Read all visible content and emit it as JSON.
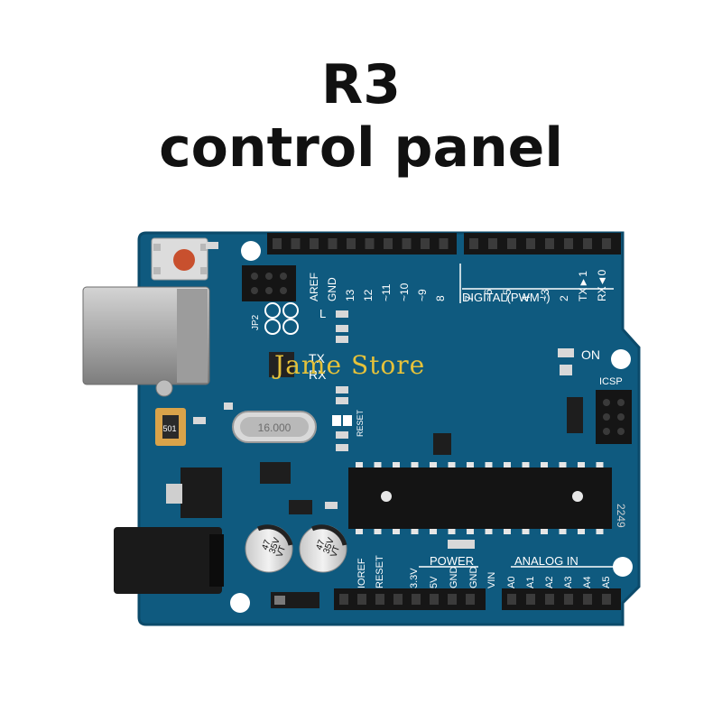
{
  "title": {
    "line1": "R3",
    "line2": "control panel"
  },
  "watermark": "Jame Store",
  "board": {
    "digital_pins": [
      "AREF",
      "GND",
      "13",
      "12",
      "~11",
      "~10",
      "~9",
      "8",
      "7",
      "~6",
      "~5",
      "4",
      "~3",
      "2",
      "TX►1",
      "RX◄0"
    ],
    "digital_label": "DIGITAL(PWM~)",
    "power_label": "POWER",
    "power_pins": [
      "IOREF",
      "RESET",
      "3.3V",
      "5V",
      "GND",
      "GND",
      "VIN"
    ],
    "analog_label": "ANALOG IN",
    "analog_pins": [
      "A0",
      "A1",
      "A2",
      "A3",
      "A4",
      "A5"
    ],
    "led_labels": {
      "l": "L",
      "tx": "TX",
      "rx": "RX",
      "on": "ON"
    },
    "icsp": "ICSP",
    "jp2": "JP2",
    "reset_label": "RESET",
    "crystal": "16.000",
    "cap_text": [
      "47",
      "35V",
      "VT"
    ],
    "chip_code": "2249",
    "fuse": "501"
  },
  "colors": {
    "pcb": "#0f5a7f",
    "pcb_edge": "#0b4a6a",
    "header": "#161616",
    "silk": "#ffffff"
  }
}
